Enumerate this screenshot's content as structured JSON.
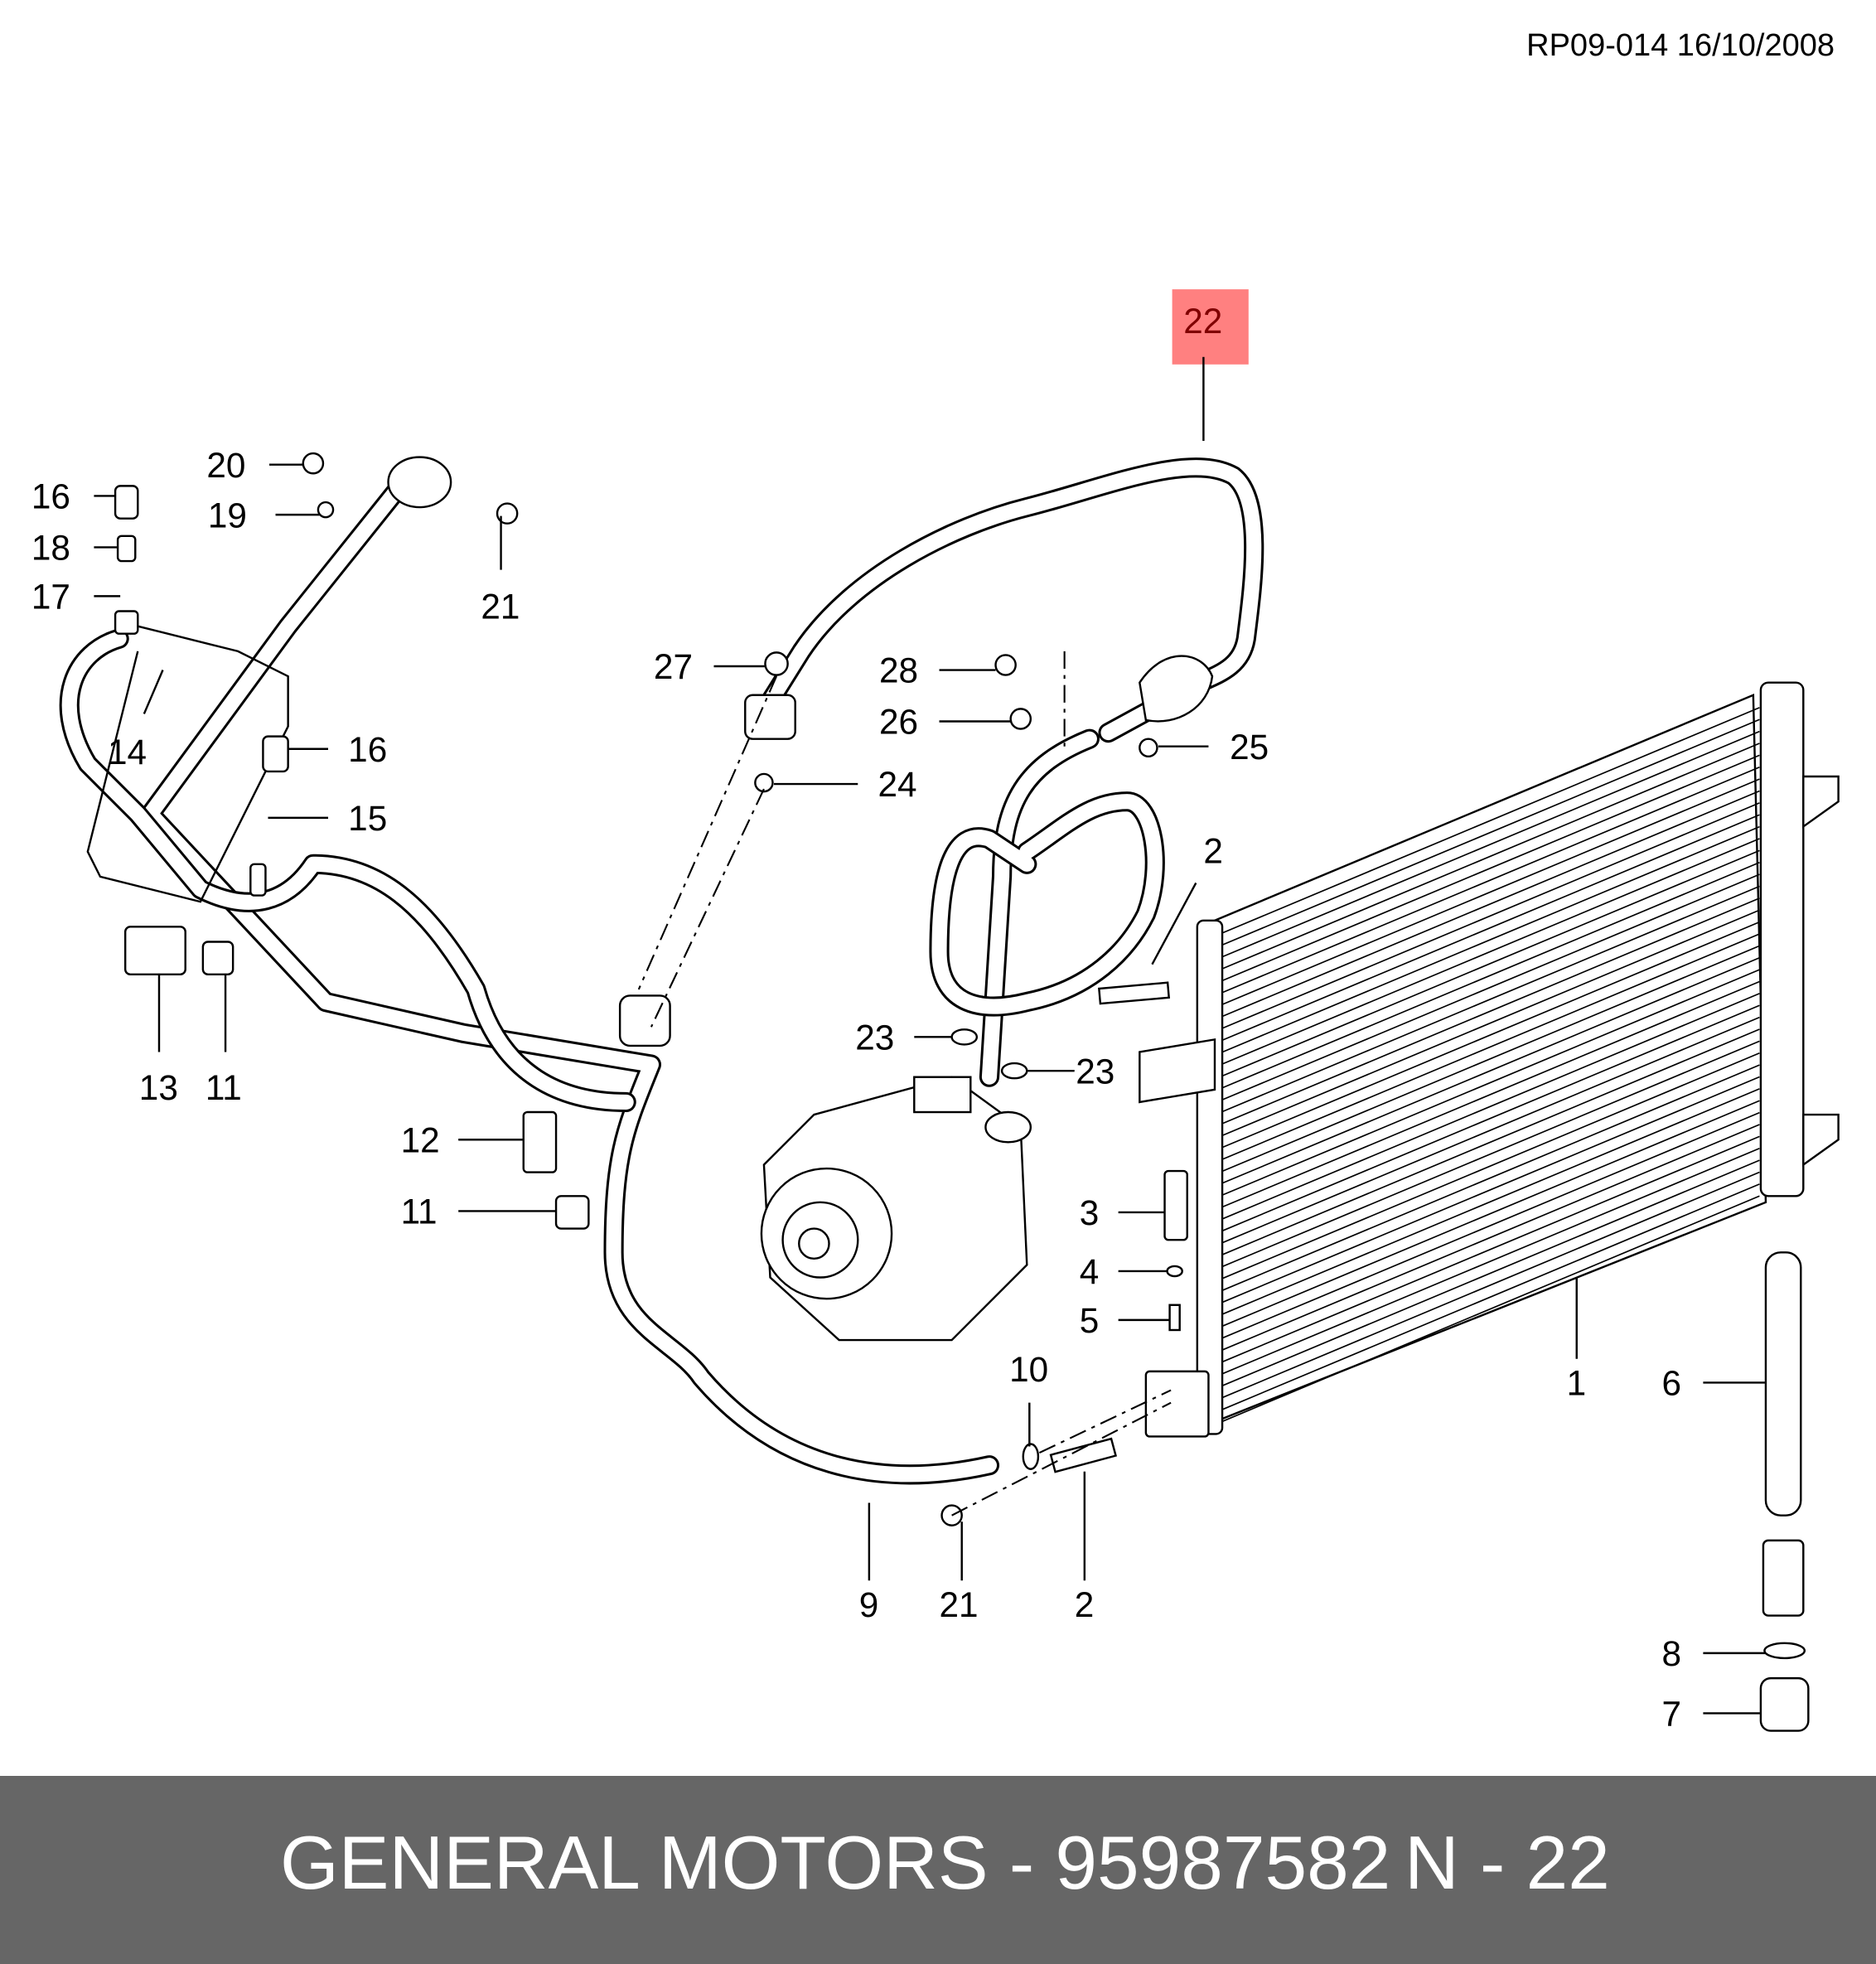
{
  "header": {
    "reference": "RP09-014 16/10/2008"
  },
  "highlight": {
    "label": "22",
    "color": "#ff8080",
    "text_color": "#800000"
  },
  "callouts": [
    "20",
    "19",
    "21",
    "16",
    "18",
    "17",
    "14",
    "16",
    "15",
    "13",
    "11",
    "12",
    "11",
    "27",
    "28",
    "26",
    "25",
    "24",
    "2",
    "23",
    "23",
    "3",
    "4",
    "5",
    "10",
    "1",
    "6",
    "9",
    "21",
    "2",
    "8",
    "7"
  ],
  "footer": {
    "brand_part": "GENERAL MOTORS - 95987582",
    "position": "N - 22",
    "background": "#666666"
  }
}
